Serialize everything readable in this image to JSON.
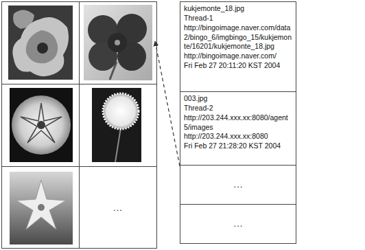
{
  "diagram": {
    "nodes": [
      {
        "text": [
          "..."
        ]
      },
      {
        "text": [
          "kukjemonte_18.jpg",
          "Thread-1",
          "http://bingoimage.naver.com/data2/bingo_6/imgbingo_15/kukjemonte/16201/kukjemonte_18.jpg",
          "http://bingoimage.naver.com/",
          "Fri Feb 27 20:11:20 KST 2004"
        ]
      },
      {
        "text": [
          "003.jpg",
          "Thread-2",
          "http://203.244.xxx.xx:8080/agent5/images",
          "http://203.244.xxx.xx:8080",
          "Fri Feb 27 21:28:20 KST 2004"
        ]
      },
      {
        "text": [
          "..."
        ]
      },
      {
        "text": [
          "..."
        ]
      }
    ]
  }
}
